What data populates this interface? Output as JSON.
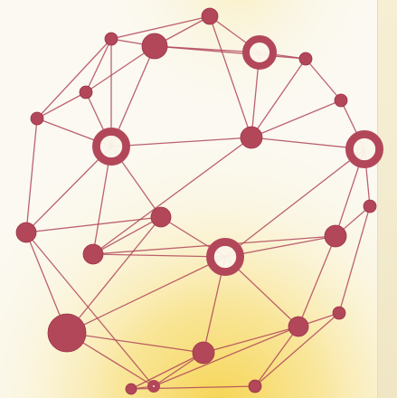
{
  "colors": {
    "background": "#fbf9f1",
    "glow": "#f6d24a",
    "edge": "#b0475a",
    "node": "#b3475a",
    "node_dark": "#9a3447"
  },
  "graph": {
    "nodes": [
      {
        "id": "n1",
        "kind": "solid"
      },
      {
        "id": "n2",
        "kind": "solid"
      },
      {
        "id": "n3",
        "kind": "solid"
      },
      {
        "id": "n4",
        "kind": "ring"
      },
      {
        "id": "n5",
        "kind": "solid"
      },
      {
        "id": "n6",
        "kind": "solid"
      },
      {
        "id": "n7",
        "kind": "solid"
      },
      {
        "id": "n8",
        "kind": "solid"
      },
      {
        "id": "n9",
        "kind": "ring"
      },
      {
        "id": "n10",
        "kind": "solid"
      },
      {
        "id": "n11",
        "kind": "ring"
      },
      {
        "id": "n12",
        "kind": "solid"
      },
      {
        "id": "n13",
        "kind": "solid"
      },
      {
        "id": "n14",
        "kind": "solid"
      },
      {
        "id": "n15",
        "kind": "solid"
      },
      {
        "id": "n16",
        "kind": "ring"
      },
      {
        "id": "n17",
        "kind": "solid"
      },
      {
        "id": "n18",
        "kind": "solid"
      },
      {
        "id": "n19",
        "kind": "ring"
      },
      {
        "id": "n20",
        "kind": "solid"
      },
      {
        "id": "n21",
        "kind": "solid"
      },
      {
        "id": "n22",
        "kind": "solid"
      },
      {
        "id": "n23",
        "kind": "solid"
      },
      {
        "id": "n24",
        "kind": "solid"
      }
    ],
    "edges": [
      [
        "n1",
        "n2"
      ],
      [
        "n1",
        "n3"
      ],
      [
        "n1",
        "n4"
      ],
      [
        "n3",
        "n4"
      ],
      [
        "n2",
        "n3"
      ],
      [
        "n2",
        "n5"
      ],
      [
        "n2",
        "n6"
      ],
      [
        "n3",
        "n5"
      ],
      [
        "n3",
        "n9"
      ],
      [
        "n4",
        "n7"
      ],
      [
        "n4",
        "n10"
      ],
      [
        "n7",
        "n8"
      ],
      [
        "n7",
        "n10"
      ],
      [
        "n1",
        "n10"
      ],
      [
        "n5",
        "n6"
      ],
      [
        "n5",
        "n9"
      ],
      [
        "n6",
        "n9"
      ],
      [
        "n6",
        "n12"
      ],
      [
        "n9",
        "n12"
      ],
      [
        "n9",
        "n10"
      ],
      [
        "n9",
        "n14"
      ],
      [
        "n9",
        "n13"
      ],
      [
        "n10",
        "n8"
      ],
      [
        "n10",
        "n14"
      ],
      [
        "n10",
        "n11"
      ],
      [
        "n8",
        "n11"
      ],
      [
        "n11",
        "n15"
      ],
      [
        "n11",
        "n17"
      ],
      [
        "n11",
        "n16"
      ],
      [
        "n12",
        "n13"
      ],
      [
        "n12",
        "n18"
      ],
      [
        "n13",
        "n14"
      ],
      [
        "n13",
        "n16"
      ],
      [
        "n13",
        "n18"
      ],
      [
        "n14",
        "n16"
      ],
      [
        "n14",
        "n17"
      ],
      [
        "n15",
        "n17"
      ],
      [
        "n15",
        "n21"
      ],
      [
        "n16",
        "n17"
      ],
      [
        "n16",
        "n20"
      ],
      [
        "n16",
        "n22"
      ],
      [
        "n16",
        "n18"
      ],
      [
        "n18",
        "n19"
      ],
      [
        "n18",
        "n22"
      ],
      [
        "n19",
        "n22"
      ],
      [
        "n19",
        "n23"
      ],
      [
        "n20",
        "n21"
      ],
      [
        "n20",
        "n22"
      ],
      [
        "n20",
        "n24"
      ],
      [
        "n21",
        "n24"
      ],
      [
        "n22",
        "n23"
      ],
      [
        "n23",
        "n24"
      ],
      [
        "n19",
        "n20"
      ],
      [
        "n17",
        "n20"
      ],
      [
        "n2",
        "n9"
      ],
      [
        "n12",
        "n19"
      ],
      [
        "n7",
        "n3"
      ]
    ]
  }
}
